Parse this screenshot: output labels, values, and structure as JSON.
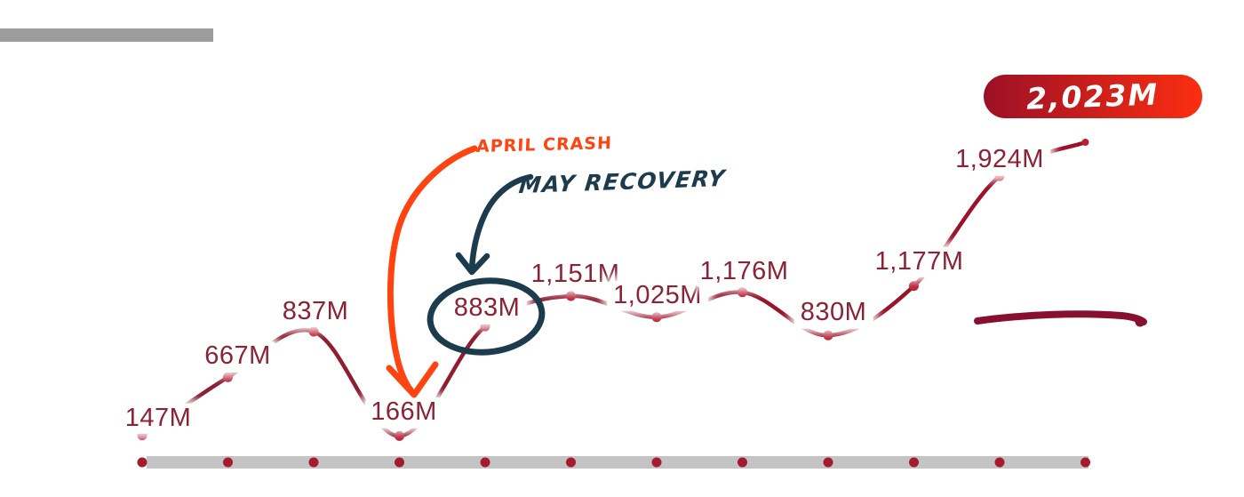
{
  "colors": {
    "title_placeholder": "#9c9c9c",
    "axis_bar": "#c4c4c4",
    "axis_dot": "#a41b2f",
    "line_start": "#8b2133",
    "line_end": "#9e1029",
    "marker": "#b82134",
    "label_text": "#8b2235",
    "orange": "#ff4412",
    "teal": "#1c3c4e",
    "swoosh": "#871031",
    "badge_left": "#9b1026",
    "badge_right": "#fb2e11",
    "badge_text": "#ffffff"
  },
  "chart_data": {
    "type": "line",
    "title": "",
    "values": [
      147,
      667,
      837,
      166,
      883,
      1151,
      1025,
      1176,
      830,
      1177,
      1924,
      2023
    ],
    "point_labels": [
      "147M",
      "667M",
      "837M",
      "166M",
      "883M",
      "1,151M",
      "1,025M",
      "1,176M",
      "830M",
      "1,177M",
      "1,924M",
      "2,023M"
    ],
    "unit": "M",
    "x_axis": {
      "style": "thick gray bar with 12 red tick dots",
      "tick_count": 12,
      "tick_labels_visible": false
    },
    "annotations": {
      "crash": {
        "text": "APRIL CRASH",
        "points_to": "166M"
      },
      "recovery": {
        "text": "MAY RECOVERY",
        "points_to": "883M",
        "circled_value": "883M"
      }
    },
    "badge": {
      "text": "2,023M"
    },
    "legend_visible": false,
    "grid_visible": false
  }
}
